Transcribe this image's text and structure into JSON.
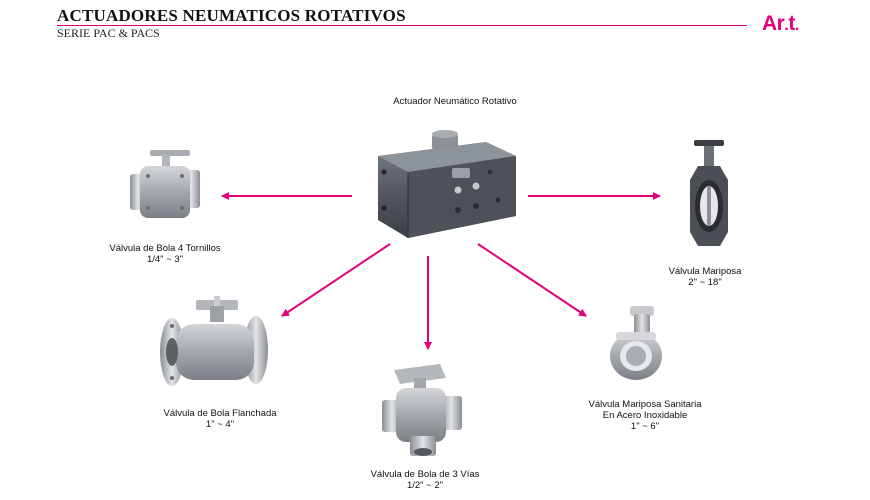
{
  "header": {
    "title": "ACTUADORES NEUMATICOS ROTATIVOS",
    "subtitle": "SERIE PAC & PACS",
    "logo": "Ar.t."
  },
  "center": {
    "label": "Actuador Neumático Rotativo"
  },
  "valves": {
    "ball_4": {
      "name": "Válvula de Bola 4 Tornillos",
      "size": "1/4\" ~ 3\""
    },
    "butterfly": {
      "name": "Válvula Mariposa",
      "size": "2\" ~ 18\""
    },
    "flanged": {
      "name": "Válvula de Bola Flanchada",
      "size": "1\" ~ 4\""
    },
    "three_way": {
      "name": "Válvula de Bola de 3 Vías",
      "size": "1/2\" ~ 2\""
    },
    "sanitary": {
      "name": "Válvula Mariposa Sanitaria",
      "material": "En Acero Inoxidable",
      "size": "1\" ~ 6\""
    }
  },
  "colors": {
    "accent": "#e4007c",
    "metal": "#9a9da2",
    "actuator": "#5a5f66"
  }
}
